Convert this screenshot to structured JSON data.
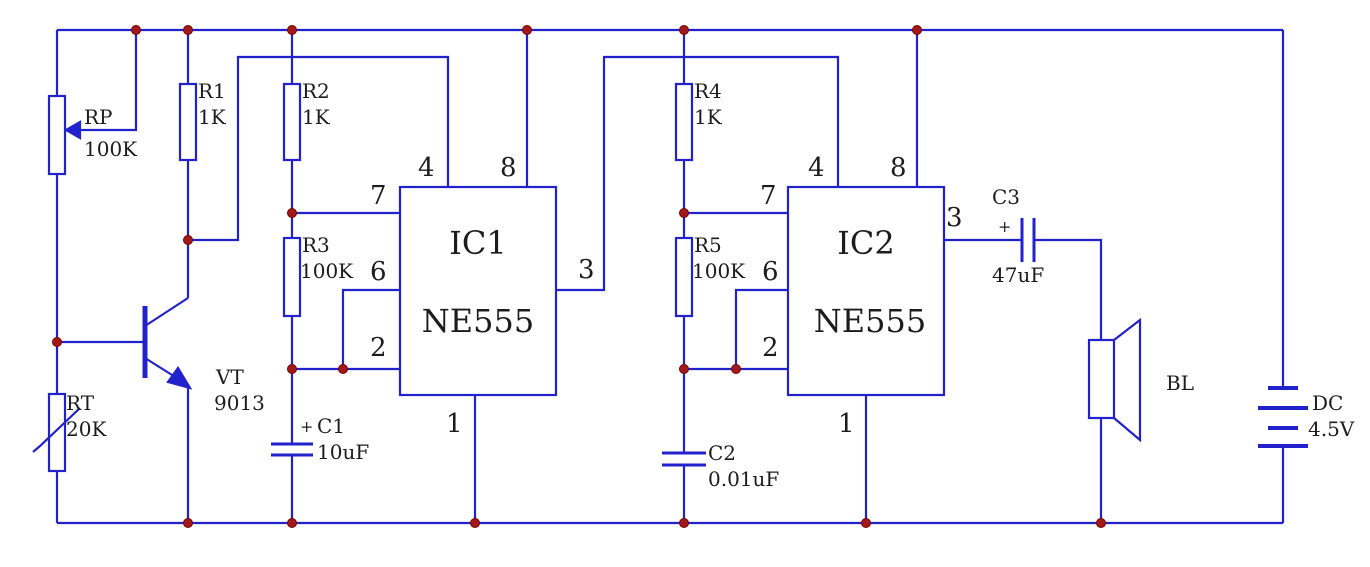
{
  "components": {
    "rp": {
      "ref": "RP",
      "value": "100K"
    },
    "r1": {
      "ref": "R1",
      "value": "1K"
    },
    "r2": {
      "ref": "R2",
      "value": "1K"
    },
    "r3": {
      "ref": "R3",
      "value": "100K"
    },
    "r4": {
      "ref": "R4",
      "value": "1K"
    },
    "r5": {
      "ref": "R5",
      "value": "100K"
    },
    "rt": {
      "ref": "RT",
      "value": "20K"
    },
    "vt": {
      "ref": "VT",
      "value": "9013"
    },
    "c1": {
      "ref": "C1",
      "value": "10uF",
      "polarity": "+"
    },
    "c2": {
      "ref": "C2",
      "value": "0.01uF"
    },
    "c3": {
      "ref": "C3",
      "value": "47uF",
      "polarity": "+"
    },
    "bl": {
      "ref": "BL"
    },
    "dc": {
      "ref": "DC",
      "value": "4.5V"
    }
  },
  "ic1": {
    "name": "IC1",
    "part": "NE555",
    "pins": {
      "p1": "1",
      "p2": "2",
      "p3": "3",
      "p4": "4",
      "p6": "6",
      "p7": "7",
      "p8": "8"
    }
  },
  "ic2": {
    "name": "IC2",
    "part": "NE555",
    "pins": {
      "p1": "1",
      "p2": "2",
      "p3": "3",
      "p4": "4",
      "p6": "6",
      "p7": "7",
      "p8": "8"
    }
  },
  "colors": {
    "wire": "#2222cc",
    "node": "#a11a1a",
    "text": "#1c1c1c"
  }
}
